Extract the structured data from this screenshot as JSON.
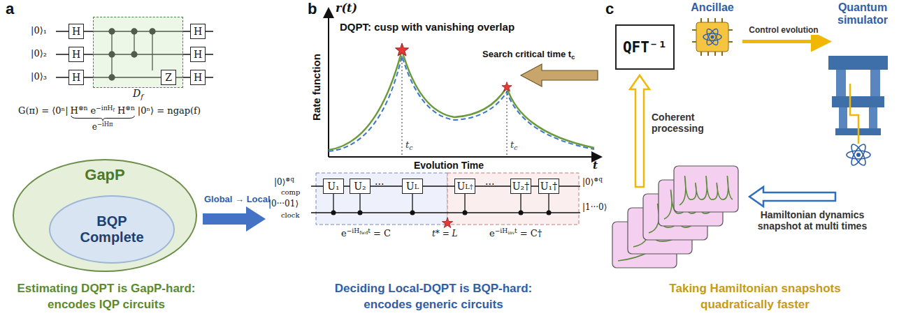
{
  "diagram": {
    "nodes": [
      {
        "text": [
          "H"
        ]
      },
      {
        "text": [
          "H"
        ]
      },
      {
        "text": [
          "H"
        ]
      },
      {
        "text": [
          "D",
          "f"
        ]
      },
      {
        "text": [
          "Z"
        ],
        "in": 3
      },
      {
        "text": [
          "H"
        ]
      },
      {
        "text": [
          "H"
        ]
      },
      {
        "text": [
          "H"
        ]
      },
      {
        "text": [
          "GapP"
        ]
      },
      {
        "text": [
          "BQP Complete"
        ],
        "in": 8
      },
      {
        "text": [
          "U₁"
        ]
      },
      {
        "text": [
          "U₂"
        ]
      },
      {
        "text": [
          "U",
          "L"
        ]
      },
      {
        "text": [
          "U",
          "L",
          "†"
        ]
      },
      {
        "text": [
          "U₂†"
        ]
      },
      {
        "text": [
          "U₁†"
        ]
      },
      {
        "text": [
          "QFT⁻¹"
        ]
      },
      {
        "text": [
          "Ancillae"
        ]
      },
      {
        "text": [
          "Quantum simulator"
        ]
      }
    ],
    "edges": [
      {
        "from": 17,
        "to": 18,
        "label": "Control evolution",
        "arrow": "to"
      }
    ],
    "labels": [
      "a",
      "b",
      "c",
      "|0⟩₁",
      "|0⟩₂",
      "|0⟩₃",
      "G(π) = ⟨0ⁿ|",
      "H",
      "⊗n",
      "e",
      "−iπH",
      "f",
      "H",
      "⊗n",
      "|0ⁿ⟩ = ngap(f)",
      "e",
      "−iHπ",
      "Global → Local",
      "Estimating DQPT is GapP-hard:",
      "encodes IQP circuits",
      "r(t)",
      "DQPT: cusp with vanishing overlap",
      "Rate function",
      "Evolution Time",
      "t",
      "t",
      "c",
      "t",
      "c",
      "Search critical time t",
      "c",
      "|0⟩",
      "⊗q",
      "comp",
      "|0···01⟩",
      "clock",
      "|0⟩",
      "⊗q",
      "|1···0⟩",
      "e",
      "−iH",
      "fwd",
      "t",
      "= C",
      "t* = L",
      "e",
      "−iH",
      "inv",
      "t",
      "= C†",
      "Deciding Local-DQPT is BQP-hard:",
      "encodes generic circuits",
      "Coherent processing",
      "Hamiltonian dynamics snapshot at multi times",
      "Taking Hamiltonian snapshots",
      "quadratically faster",
      "···",
      "···"
    ]
  }
}
